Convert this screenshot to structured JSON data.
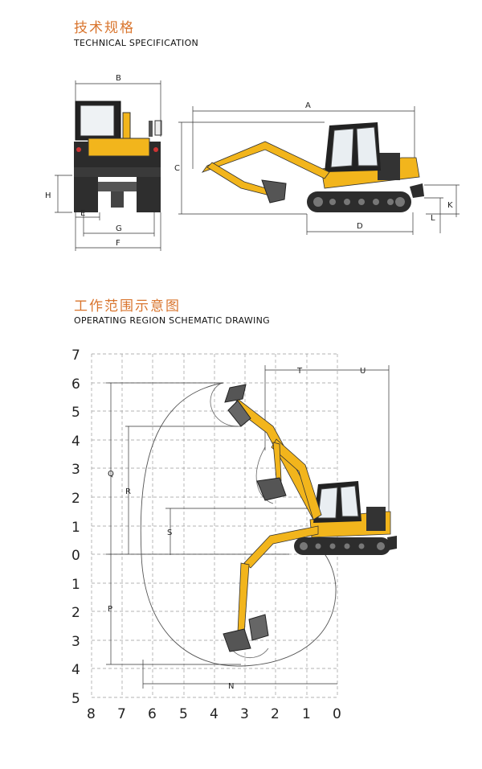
{
  "section1": {
    "title_cn": "技术规格",
    "title_en": "TECHNICAL SPECIFICATION",
    "dims": {
      "A": "A",
      "B": "B",
      "C": "C",
      "D": "D",
      "E": "E",
      "F": "F",
      "G": "G",
      "H": "H",
      "K": "K",
      "L": "L"
    }
  },
  "section2": {
    "title_cn": "工作范围示意图",
    "title_en": "OPERATING REGION SCHEMATIC DRAWING",
    "dims": {
      "T": "T",
      "U": "U",
      "Q": "Q",
      "R": "R",
      "S": "S",
      "P": "P",
      "N": "N"
    },
    "y_ticks": [
      "7",
      "6",
      "5",
      "4",
      "3",
      "2",
      "1",
      "0",
      "1",
      "2",
      "3",
      "4",
      "5"
    ],
    "x_ticks": [
      "8",
      "7",
      "6",
      "5",
      "4",
      "3",
      "2",
      "1",
      "0"
    ]
  },
  "colors": {
    "title_accent": "#d9752e",
    "machine_yellow": "#f2b51c",
    "grid": "#9a9a9a"
  }
}
